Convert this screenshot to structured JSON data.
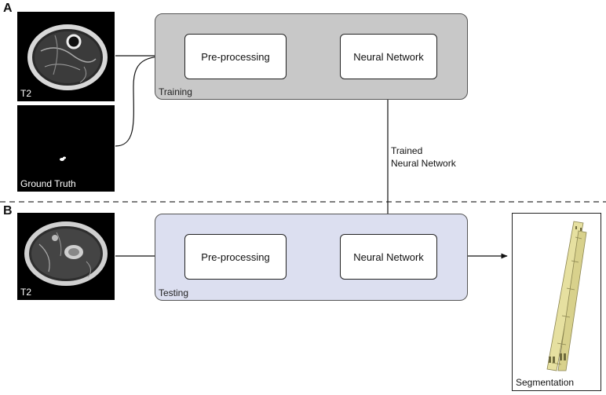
{
  "panels": {
    "a_letter": "A",
    "b_letter": "B"
  },
  "training": {
    "stage_label": "Training",
    "image_label": "T2",
    "mask_label": "Ground Truth",
    "preprocess_label": "Pre-processing",
    "network_label": "Neural Network",
    "fill_color": "#c8c8c8"
  },
  "transfer": {
    "label": "Trained\nNeural Network"
  },
  "testing": {
    "stage_label": "Testing",
    "image_label": "T2",
    "preprocess_label": "Pre-processing",
    "network_label": "Neural Network",
    "fill_color": "#dcdff0"
  },
  "output": {
    "label": "Segmentation",
    "mesh_color": "#e6e0a0"
  }
}
